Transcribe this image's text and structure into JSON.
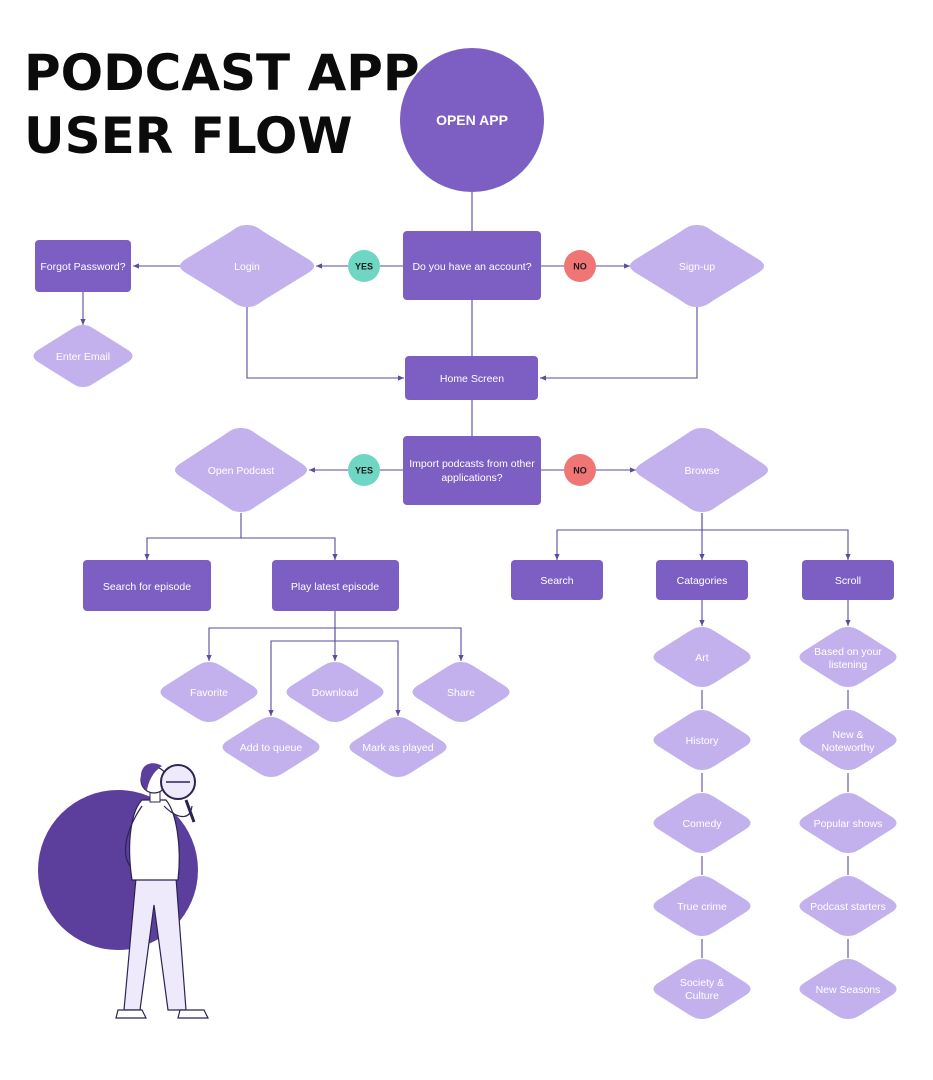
{
  "title": {
    "line1": "PODCAST APP",
    "line2": "USER FLOW"
  },
  "colors": {
    "process": "#7d5fc4",
    "decision": "#c3b1ee",
    "yes": "#6fd6c3",
    "no": "#f07575",
    "connector": "#5c4a9e",
    "illustration_circle": "#5c3f9c",
    "title": "#0b0b0b"
  },
  "nodes": {
    "open_app": "OPEN APP",
    "have_account": "Do you have an account?",
    "yes_1": "YES",
    "no_1": "NO",
    "login": "Login",
    "signup": "Sign-up",
    "forgot_password": "Forgot Password?",
    "enter_email": "Enter Email",
    "home_screen": "Home Screen",
    "import_podcasts": [
      "Import podcasts from other",
      "applications?"
    ],
    "yes_2": "YES",
    "no_2": "NO",
    "open_podcast": "Open Podcast",
    "browse": "Browse",
    "search_episode": "Search for episode",
    "play_latest": "Play latest episode",
    "favorite": "Favorite",
    "download": "Download",
    "share": "Share",
    "add_to_queue": "Add to queue",
    "mark_as_played": "Mark as played",
    "search": "Search",
    "categories": "Catagories",
    "scroll": "Scroll",
    "art": "Art",
    "history": "History",
    "comedy": "Comedy",
    "true_crime": "True crime",
    "society_culture": [
      "Society &",
      "Culture"
    ],
    "based_on_listening": [
      "Based on your",
      "listening"
    ],
    "new_noteworthy": [
      "New &",
      "Noteworthy"
    ],
    "popular_shows": "Popular shows",
    "podcast_starters": "Podcast starters",
    "new_seasons": "New Seasons"
  },
  "icons": {
    "illustration": "person-with-magnifying-glass-icon"
  }
}
